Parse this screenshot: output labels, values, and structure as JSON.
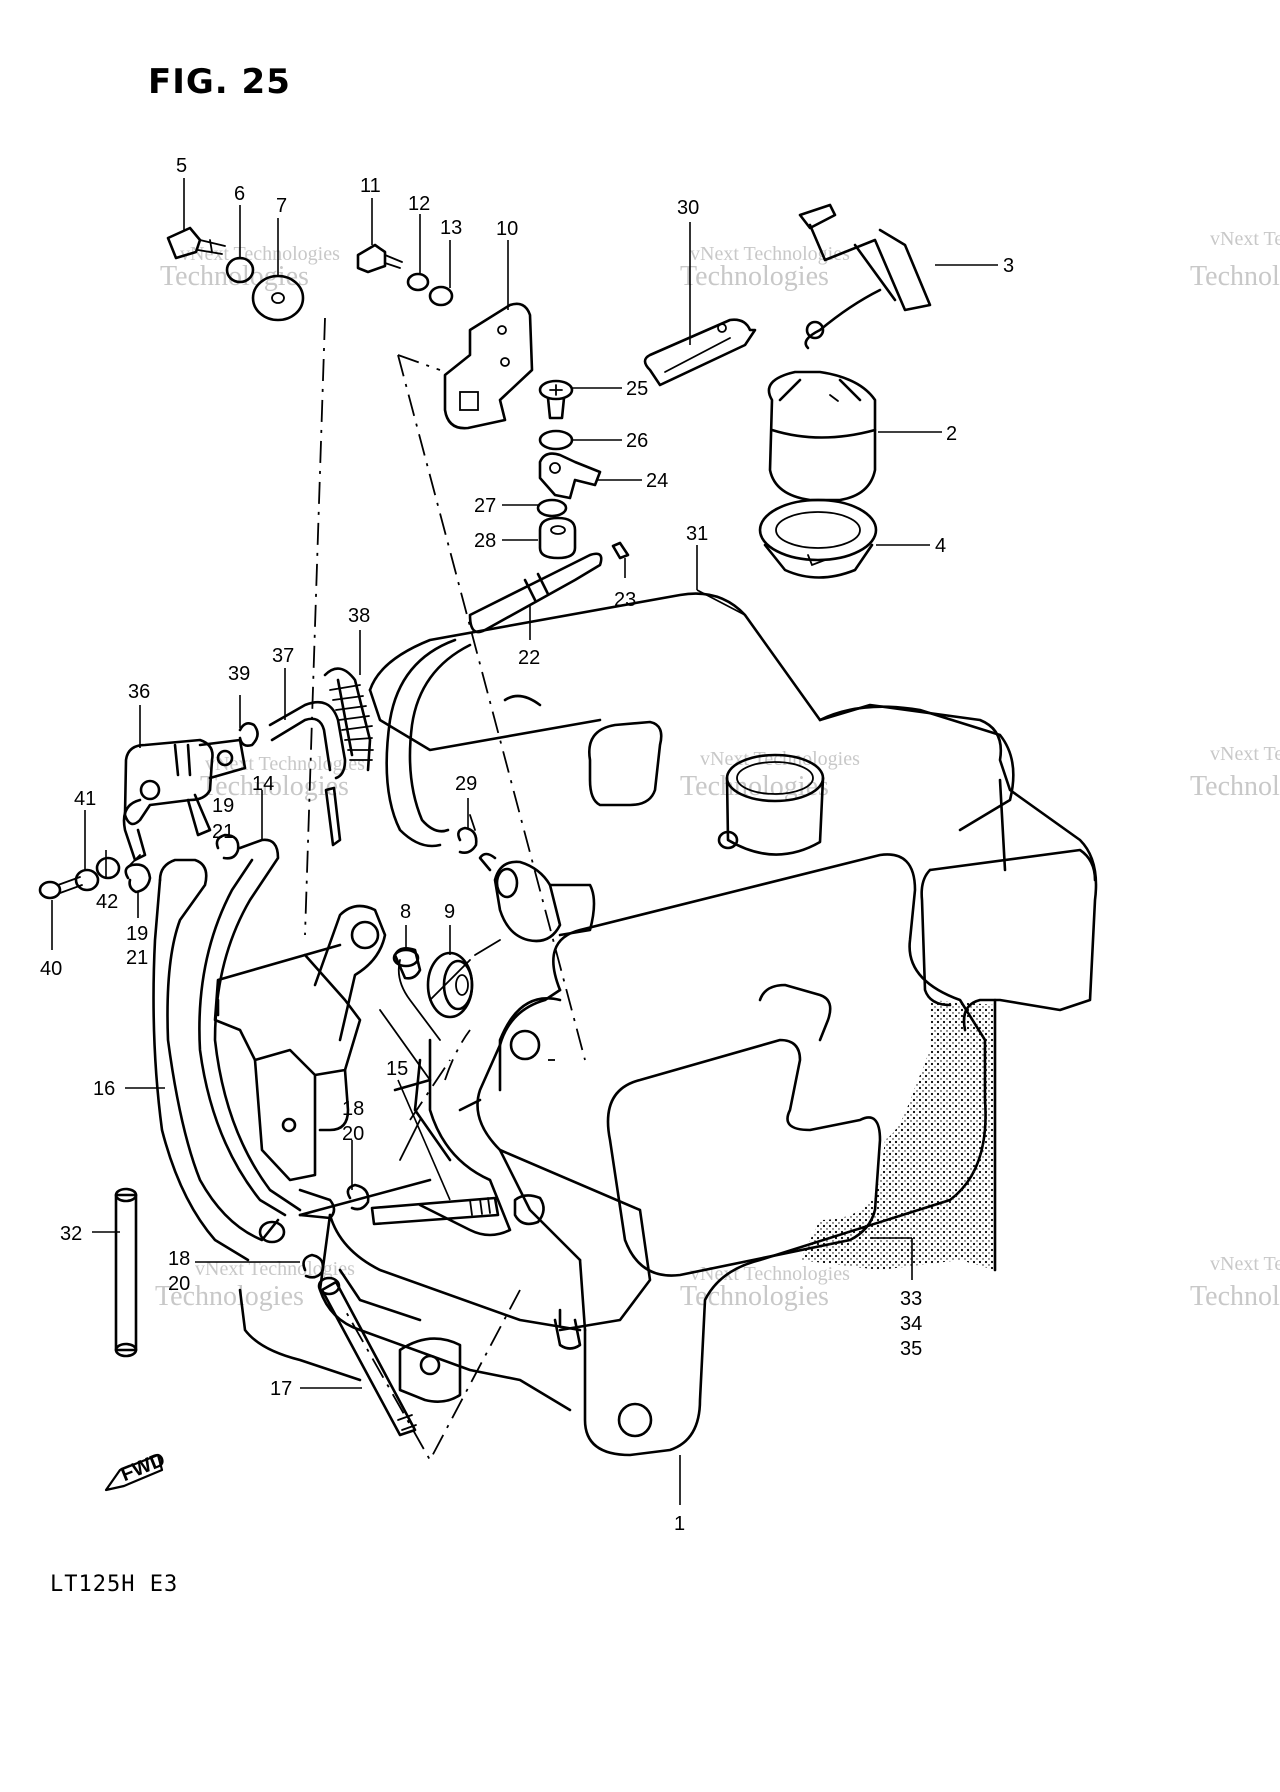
{
  "figure": {
    "title": "FIG. 25",
    "model": "LT125H  E3"
  },
  "watermark": {
    "line1": "vNext Technologies",
    "line2": "Technologies"
  },
  "fwd_label": "FWD",
  "callouts": {
    "c1": "1",
    "c2": "2",
    "c3": "3",
    "c4": "4",
    "c5": "5",
    "c6": "6",
    "c7": "7",
    "c8": "8",
    "c9": "9",
    "c10": "10",
    "c11": "11",
    "c12": "12",
    "c13": "13",
    "c14": "14",
    "c15": "15",
    "c16": "16",
    "c17": "17",
    "c22": "22",
    "c23": "23",
    "c24": "24",
    "c25": "25",
    "c26": "26",
    "c27": "27",
    "c28": "28",
    "c29": "29",
    "c30": "30",
    "c31": "31",
    "c32": "32",
    "c36": "36",
    "c37": "37",
    "c38": "38",
    "c39": "39",
    "c40": "40",
    "c41": "41",
    "c42": "42",
    "c19a": "19",
    "c21a": "21",
    "c19b": "19",
    "c21b": "21",
    "c18a": "18",
    "c20a": "20",
    "c18b": "18",
    "c20b": "20",
    "c33": "33",
    "c34": "34",
    "c35": "35"
  }
}
